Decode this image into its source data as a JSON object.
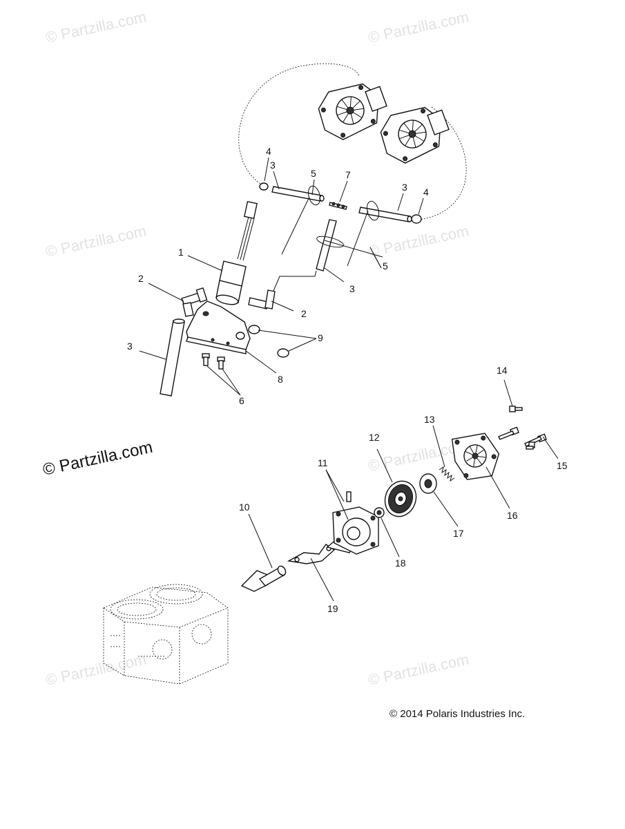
{
  "watermarks": {
    "text": "Partzilla.com",
    "copyright_symbol": "©"
  },
  "main_watermark": {
    "text": "Partzilla.com",
    "copyright_symbol": "©"
  },
  "copyright": {
    "symbol": "©",
    "text": "2014 Polaris Industries Inc."
  },
  "callouts": {
    "c1": "1",
    "c2a": "2",
    "c2b": "2",
    "c3a": "3",
    "c3b": "3",
    "c3c": "3",
    "c3d": "3",
    "c4a": "4",
    "c4b": "4",
    "c5a": "5",
    "c5b": "5",
    "c6": "6",
    "c7": "7",
    "c8": "8",
    "c9": "9",
    "c10": "10",
    "c11": "11",
    "c12": "12",
    "c13": "13",
    "c14": "14",
    "c15": "15",
    "c16": "16",
    "c17": "17",
    "c18": "18",
    "c19": "19"
  },
  "colors": {
    "line": "#111111",
    "watermark": "#e2e2e2",
    "background": "#ffffff"
  }
}
